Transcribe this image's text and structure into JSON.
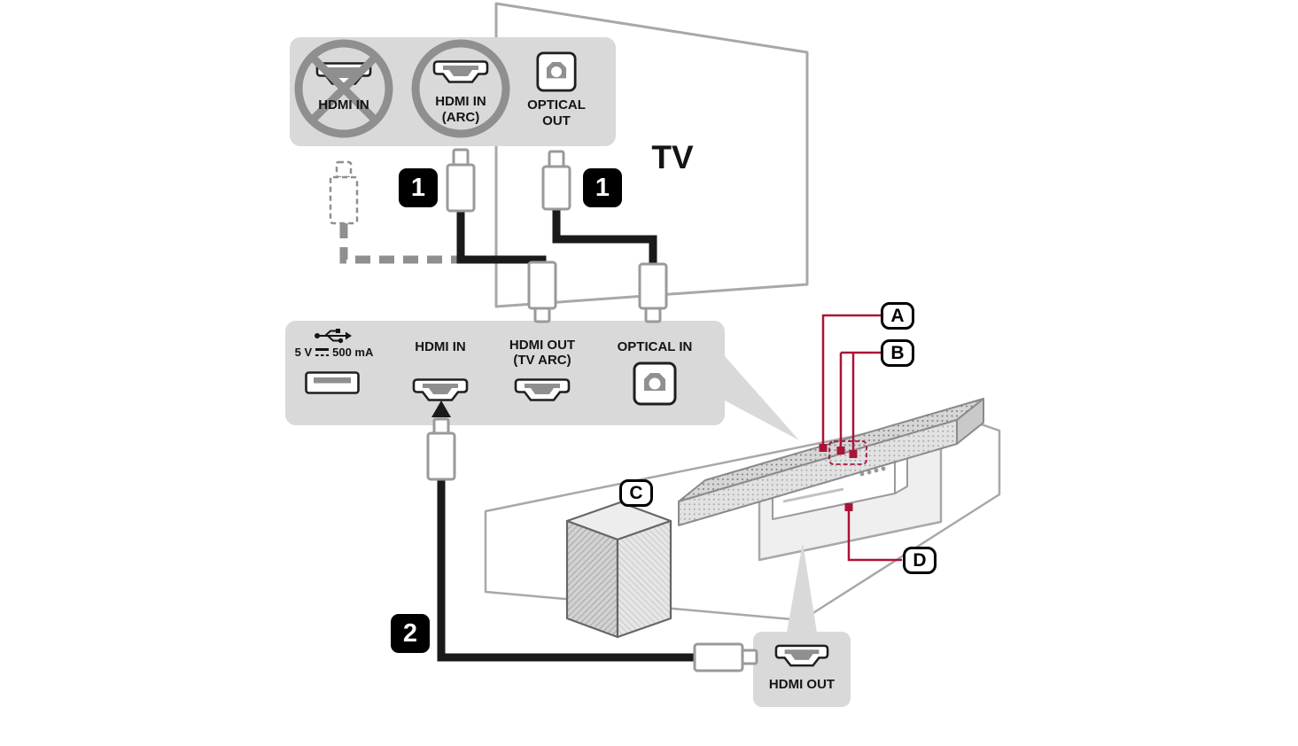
{
  "tv": {
    "label": "TV"
  },
  "tv_ports_panel": {
    "hdmi_in": {
      "label": "HDMI IN"
    },
    "hdmi_in_arc": {
      "label_line1": "HDMI IN",
      "label_line2": "(ARC)"
    },
    "optical_out": {
      "label_line1": "OPTICAL",
      "label_line2": "OUT"
    }
  },
  "soundbar_panel": {
    "usb": {
      "rating_prefix": "5 V",
      "rating_suffix": "500 mA"
    },
    "hdmi_in": {
      "label": "HDMI IN"
    },
    "hdmi_out_arc": {
      "label_line1": "HDMI OUT",
      "label_line2": "(TV ARC)"
    },
    "optical_in": {
      "label": "OPTICAL IN"
    }
  },
  "hdmi_out_panel": {
    "label": "HDMI OUT"
  },
  "steps": {
    "step1": "1",
    "step2": "2"
  },
  "callouts": {
    "a": "A",
    "b": "B",
    "c": "C",
    "d": "D"
  },
  "icons": [
    "hdmi-port-icon",
    "optical-port-icon",
    "usb-port-icon",
    "usb-symbol-icon",
    "dc-symbol-icon",
    "prohibition-circle-icon",
    "emphasis-circle-icon"
  ],
  "colors": {
    "panel_bg": "#d9d9d9",
    "outline_gray": "#a8a8a8",
    "cable_black": "#1a1a1a",
    "callout_red": "#ab1438",
    "badge_bg": "#000000"
  }
}
